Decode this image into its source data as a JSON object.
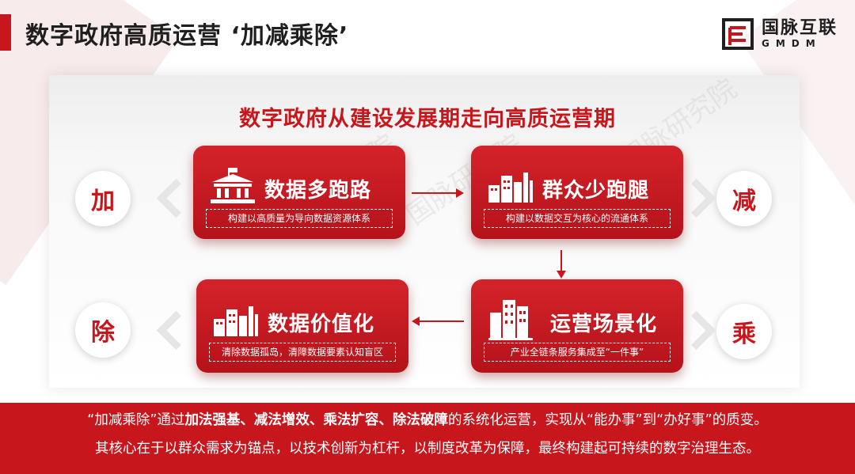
{
  "header": {
    "title": "数字政府高质运营 ‘加减乘除’",
    "logo_cn": "国脉互联",
    "logo_en": "GMDM"
  },
  "subtitle": "数字政府从建设发展期走向高质运营期",
  "sides": {
    "add": "加",
    "subtract": "减",
    "multiply": "乘",
    "divide": "除"
  },
  "cards": [
    {
      "name": "数据多跑路",
      "desc": "构建以高质量为导向数据资源体系",
      "icon": "government-building-icon"
    },
    {
      "name": "群众少跑腿",
      "desc": "构建以数据交互为核心的流通体系",
      "icon": "factory-icon"
    },
    {
      "name": "运营场景化",
      "desc": "产业全链条服务集成至“一件事”",
      "icon": "city-buildings-icon"
    },
    {
      "name": "数据价值化",
      "desc": "清除数据孤岛，清障数据要素认知盲区",
      "icon": "factory-icon"
    }
  ],
  "footer": {
    "line1_a": "“加减乘除”通过",
    "line1_b": "加法强基、减法增效、乘法扩容、除法破障",
    "line1_c": "的系统化运营，实现从“能办事”到“办好事”的质变。",
    "line2": "其核心在于以群众需求为锚点，以技术创新为杠杆，以制度改革为保障，最终构建起可持续的数字治理生态。"
  },
  "watermark": "国脉研究院",
  "colors": {
    "accent": "#c8161d",
    "text": "#1f1f1f"
  }
}
